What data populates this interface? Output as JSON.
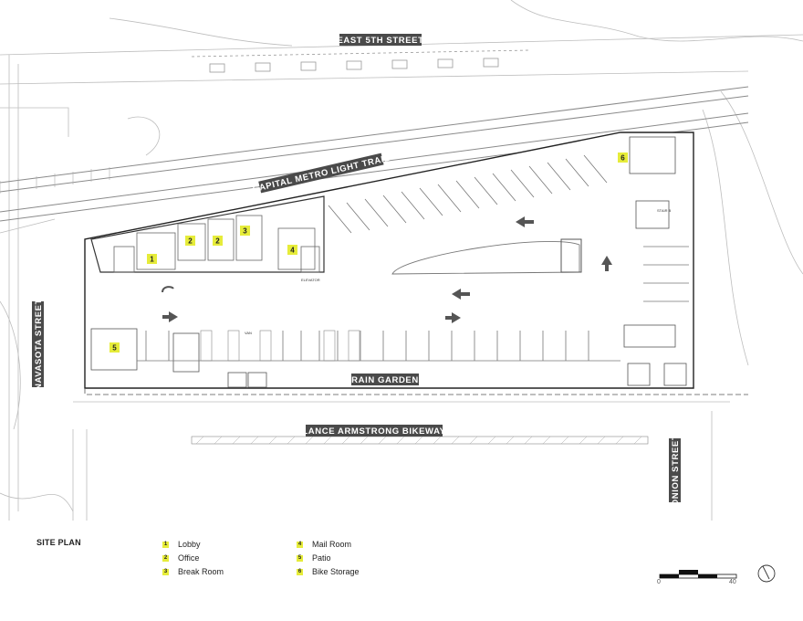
{
  "streets": {
    "east5th": "EAST 5TH STREET",
    "metro": "CAPITAL METRO LIGHT TRAIL",
    "navasota": "NAVASOTA STREET",
    "rain_garden": "RAIN GARDEN",
    "lance": "LANCE ARMSTRONG BIKEWAY",
    "onion": "ONION STREET"
  },
  "small_labels": {
    "elevator": "ELEVATOR",
    "stair": "STAIR B",
    "van": "VAN"
  },
  "rooms": [
    "1",
    "2",
    "2",
    "3",
    "4",
    "5",
    "6"
  ],
  "legend": {
    "title": "SITE PLAN",
    "items": [
      {
        "num": "1",
        "label": "Lobby"
      },
      {
        "num": "2",
        "label": "Office"
      },
      {
        "num": "3",
        "label": "Break Room"
      },
      {
        "num": "4",
        "label": "Mail Room"
      },
      {
        "num": "5",
        "label": "Patio"
      },
      {
        "num": "6",
        "label": "Bike Storage"
      }
    ]
  },
  "scale": {
    "start": "0",
    "end": "40"
  },
  "colors": {
    "highlight": "#e6ec3a",
    "label_bg": "#4a4a4a",
    "line": "#888888"
  }
}
